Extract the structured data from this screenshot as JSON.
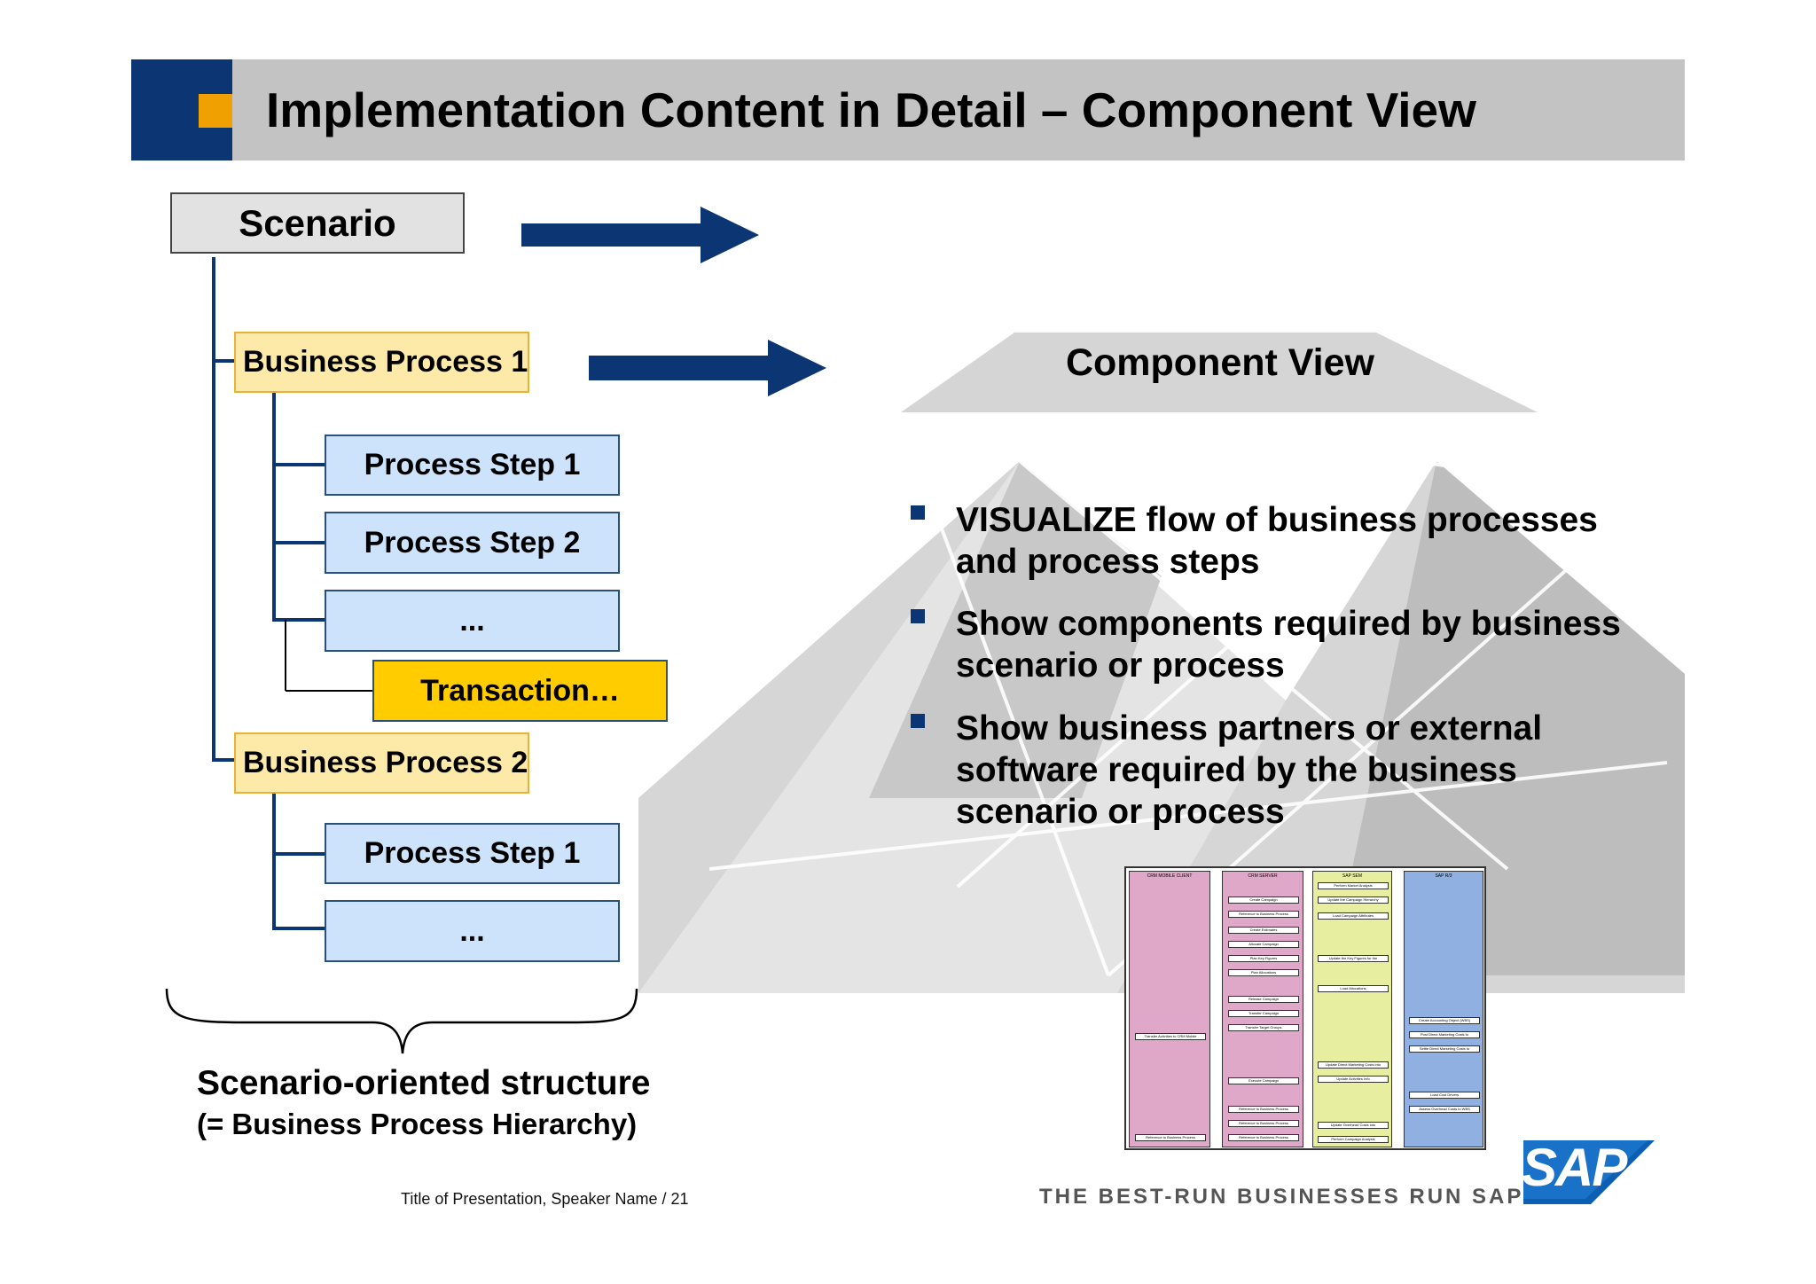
{
  "header": {
    "title": "Implementation Content in Detail – Component View"
  },
  "hierarchy": {
    "scenario": "Scenario",
    "bp1": "Business Process 1",
    "bp1_steps": [
      "Process Step 1",
      "Process Step 2",
      "..."
    ],
    "transaction": "Transaction…",
    "bp2": "Business Process 2",
    "bp2_steps": [
      "Process Step 1",
      "..."
    ]
  },
  "component_view": {
    "title": "Component View"
  },
  "bullets": [
    "VISUALIZE flow of business processes and process steps",
    "Show components required by business scenario or process",
    "Show business partners or external software required by the business scenario or process"
  ],
  "structure": {
    "line1": "Scenario-oriented structure",
    "line2": "(= Business Process Hierarchy)"
  },
  "footer": {
    "left": "Title of Presentation, Speaker Name / 21",
    "tagline": "THE BEST-RUN BUSINESSES RUN SAP",
    "logo": "SAP"
  },
  "colors": {
    "dark_blue": "#0c3573",
    "orange": "#f0a000",
    "header_gray": "#c3c3c3",
    "bp_fill": "#fde9a8",
    "step_fill": "#cde3fb",
    "transaction_fill": "#ffcc00",
    "lane_pink": "#e0a8c8",
    "lane_yellow": "#e8eea0",
    "lane_blue": "#8fb0e0"
  },
  "diagram": {
    "lanes": [
      "CRM MOBILE CLIENT",
      "CRM SERVER",
      "SAP SEM",
      "SAP R/3"
    ],
    "lane1_steps": [
      "Transfer Activities to CRM Mobile",
      "Reference to Business Process"
    ],
    "lane2_steps": [
      "Create Campaign",
      "Reference to Business Process",
      "Create Estimates",
      "Allocate Campaign",
      "Plan Key Figures",
      "Plan Allocations",
      "Release Campaign",
      "Transfer Campaign",
      "Transfer Target Groups",
      "Execute Campaign",
      "Reference to Business Process",
      "Reference to Business Process",
      "Reference to Business Process"
    ],
    "lane3_steps": [
      "Perform Market Analysis",
      "Update the Campaign Hierarchy",
      "Load Campaign Attributes",
      "Update the Key Figures for the",
      "Load Allocations",
      "Update Direct Marketing Costs into",
      "Update Activities Info",
      "Update Overhead Costs into",
      "Perform Campaign Analysis"
    ],
    "lane4_steps": [
      "Create Accounting Object (WBS)",
      "Post Direct Marketing Costs to",
      "Settle Direct Marketing Costs to",
      "Load Cost Drivers",
      "Assess Overhead Costs to WBS"
    ]
  }
}
